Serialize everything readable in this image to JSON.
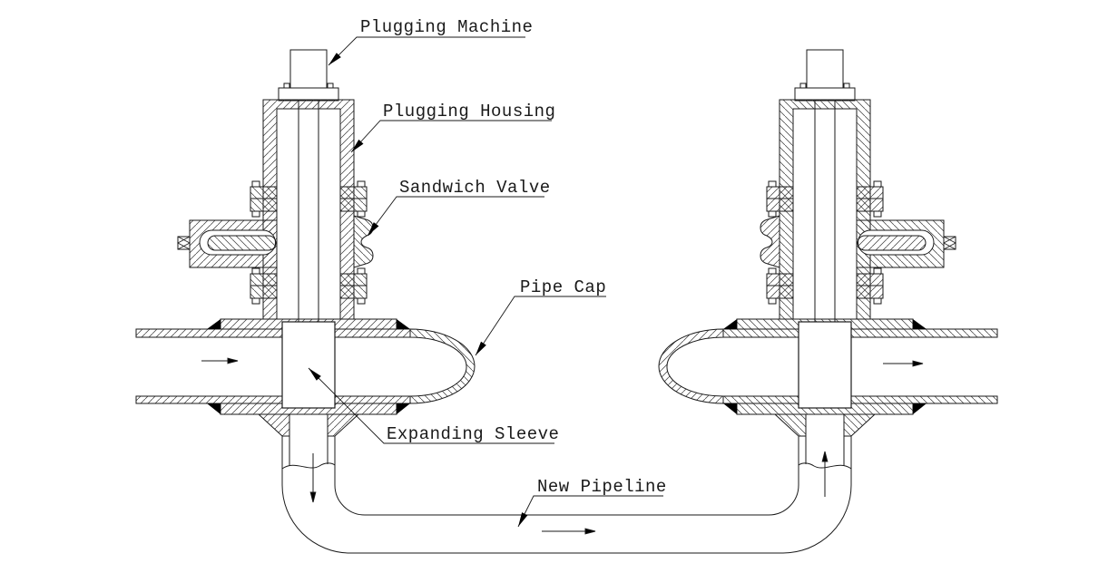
{
  "diagram": {
    "labels": [
      {
        "id": "plugging-machine",
        "text": "Plugging Machine"
      },
      {
        "id": "plugging-housing",
        "text": "Plugging Housing"
      },
      {
        "id": "sandwich-valve",
        "text": "Sandwich Valve"
      },
      {
        "id": "pipe-cap",
        "text": "Pipe Cap"
      },
      {
        "id": "expanding-sleeve",
        "text": "Expanding Sleeve"
      },
      {
        "id": "new-pipeline",
        "text": "New Pipeline"
      }
    ],
    "flow_arrows": [
      {
        "location": "left-pipe",
        "direction": "right"
      },
      {
        "location": "left-branch",
        "direction": "down"
      },
      {
        "location": "new-pipeline",
        "direction": "right"
      },
      {
        "location": "right-branch",
        "direction": "up"
      },
      {
        "location": "right-pipe",
        "direction": "right"
      }
    ],
    "colors": {
      "line": "#1a1a1a",
      "background": "#ffffff",
      "weld_mark": "#000000"
    }
  }
}
